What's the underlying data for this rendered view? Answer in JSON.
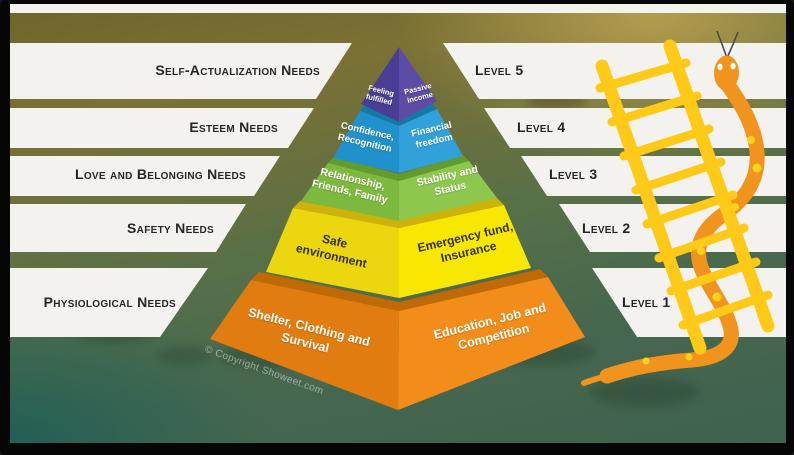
{
  "left_labels": [
    "Self-Actualization Needs",
    "Esteem Needs",
    "Love and Belonging Needs",
    "Safety Needs",
    "Physiological Needs"
  ],
  "right_labels": [
    "Level 5",
    "Level 4",
    "Level 3",
    "Level 2",
    "Level 1"
  ],
  "pyramid": {
    "tiers": [
      {
        "level": "1",
        "left_text": "Shelter, Clothing and\nSurvival",
        "right_text": "Education, Job and\nCompetition",
        "left_color": "#e07c10",
        "right_color": "#f28c1b",
        "bevel_color": "#c06a06"
      },
      {
        "level": "2",
        "left_text": "Safe\nenvironment",
        "right_text": "Emergency fund,\nInsurance",
        "left_color": "#ecd60e",
        "right_color": "#f8e701",
        "bevel_color": "#cdb309"
      },
      {
        "level": "3",
        "left_text": "Relationship,\nFriends, Family",
        "right_text": "Stability and\nStatus",
        "left_color": "#7eb93f",
        "right_color": "#8dc84d",
        "bevel_color": "#639b2d"
      },
      {
        "level": "4",
        "left_text": "Confidence,\nRecognition",
        "right_text": "Financial\nfreedom",
        "left_color": "#2191cb",
        "right_color": "#31a1d9",
        "bevel_color": "#117aa6"
      },
      {
        "level": "5",
        "left_text": "Feeling\nfulfilled",
        "right_text": "Passive\nincome",
        "left_color": "#4a3d94",
        "right_color": "#5d4ca6",
        "bevel_color": "#3a2f7a"
      }
    ]
  },
  "copyright": "© Copyright Showeet.com",
  "colors": {
    "bar": "#f3f2ee",
    "ladder": "#ffc917",
    "snake": "#f0941e",
    "snake_spot": "#ffd21c"
  }
}
